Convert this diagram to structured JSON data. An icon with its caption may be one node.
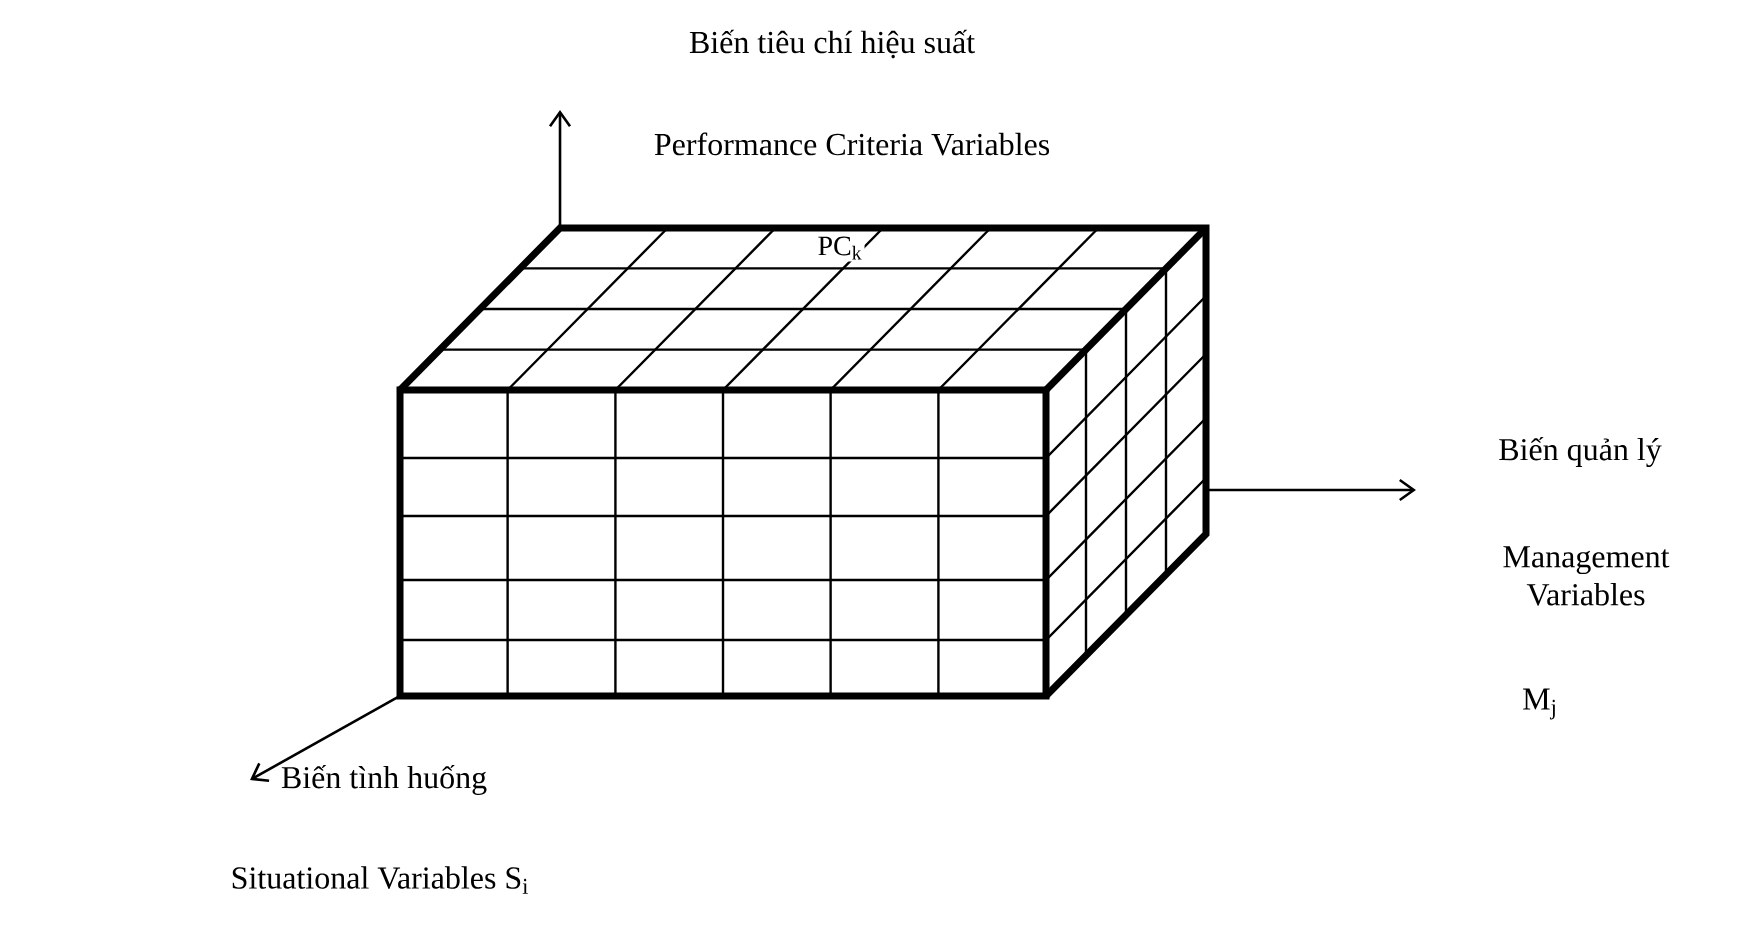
{
  "diagram": {
    "nodes": [
      {
        "text": [
          "PC$_{k}$"
        ]
      }
    ],
    "labels": [
      "Biến tiêu chí hiệu suất",
      "Performance Criteria Variables",
      "Biến quản lý",
      "Management Variables",
      "M$_{j}$",
      "Biến tình huống",
      "Situational Variables S$_{i}$"
    ]
  }
}
